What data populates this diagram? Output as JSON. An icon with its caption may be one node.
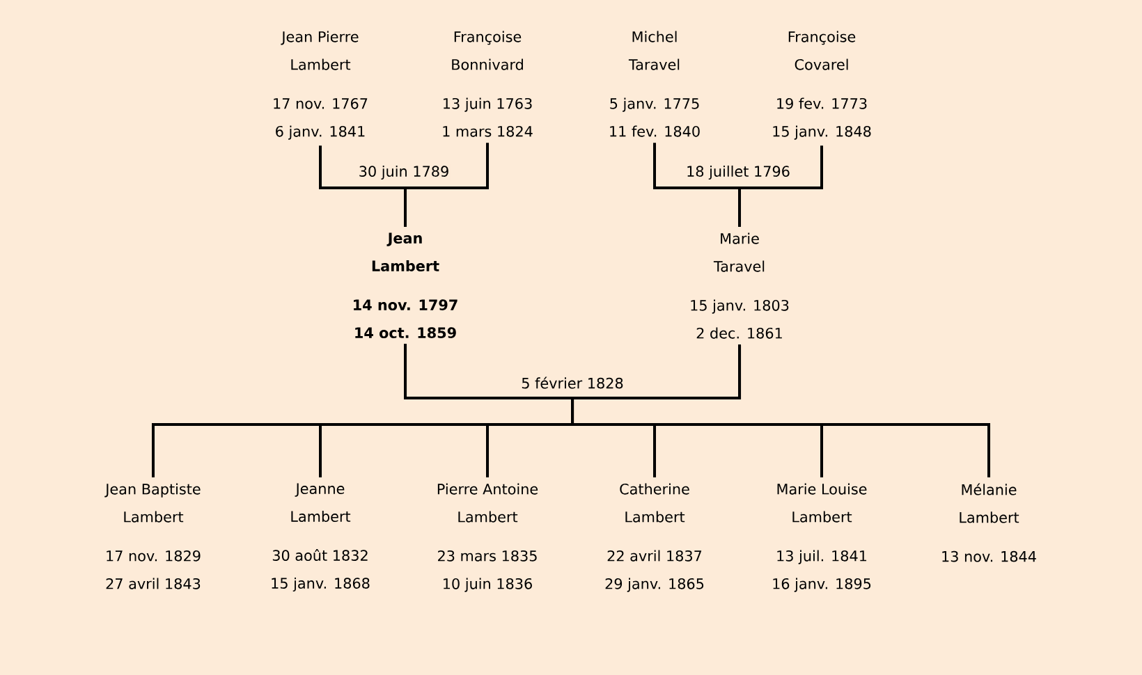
{
  "diagram": {
    "nodes": [
      {
        "text": [
          "Jean Pierre",
          "Lambert",
          "17 nov. 1767",
          "6 janv. 1841"
        ]
      },
      {
        "text": [
          "Françoise",
          "Bonnivard",
          "13 juin 1763",
          "1 mars 1824"
        ]
      },
      {
        "text": [
          "Michel",
          "Taravel",
          "5 janv. 1775",
          "11 fev. 1840"
        ]
      },
      {
        "text": [
          "Françoise",
          "Covarel",
          "19 fev. 1773",
          "15 janv. 1848"
        ]
      },
      {
        "text": [
          "Jean",
          "Lambert",
          "14 nov. 1797",
          "14 oct. 1859"
        ]
      },
      {
        "text": [
          "Marie",
          "Taravel",
          "15 janv. 1803",
          "2 dec. 1861"
        ]
      },
      {
        "text": [
          "Jean Baptiste",
          "Lambert",
          "17 nov. 1829",
          "27 avril 1843"
        ]
      },
      {
        "text": [
          "Jeanne",
          "Lambert",
          "30 août 1832",
          "15 janv. 1868"
        ]
      },
      {
        "text": [
          "Pierre Antoine",
          "Lambert",
          "23 mars 1835",
          "10 juin 1836"
        ]
      },
      {
        "text": [
          "Catherine",
          "Lambert",
          "22 avril 1837",
          "29 janv. 1865"
        ]
      },
      {
        "text": [
          "Marie Louise",
          "Lambert",
          "13 juil. 1841",
          "16 janv. 1895"
        ]
      },
      {
        "text": [
          "Mélanie",
          "Lambert",
          "13 nov. 1844"
        ]
      }
    ],
    "edges": [
      {
        "from": 0,
        "to": 4,
        "arrow": "none",
        "label": "30 juin 1789"
      },
      {
        "from": 1,
        "to": 4,
        "arrow": "none"
      },
      {
        "from": 2,
        "to": 5,
        "arrow": "none",
        "label": "18 juillet 1796"
      },
      {
        "from": 3,
        "to": 5,
        "arrow": "none"
      },
      {
        "from": 4,
        "to": 6,
        "arrow": "none",
        "label": "5 février 1828"
      },
      {
        "from": 4,
        "to": 7,
        "arrow": "none"
      },
      {
        "from": 4,
        "to": 8,
        "arrow": "none"
      },
      {
        "from": 4,
        "to": 9,
        "arrow": "none"
      },
      {
        "from": 4,
        "to": 10,
        "arrow": "none"
      },
      {
        "from": 4,
        "to": 11,
        "arrow": "none"
      },
      {
        "from": 5,
        "to": 6,
        "arrow": "none"
      },
      {
        "from": 5,
        "to": 7,
        "arrow": "none"
      },
      {
        "from": 5,
        "to": 8,
        "arrow": "none"
      },
      {
        "from": 5,
        "to": 9,
        "arrow": "none"
      },
      {
        "from": 5,
        "to": 10,
        "arrow": "none"
      },
      {
        "from": 5,
        "to": 11,
        "arrow": "none"
      }
    ]
  }
}
